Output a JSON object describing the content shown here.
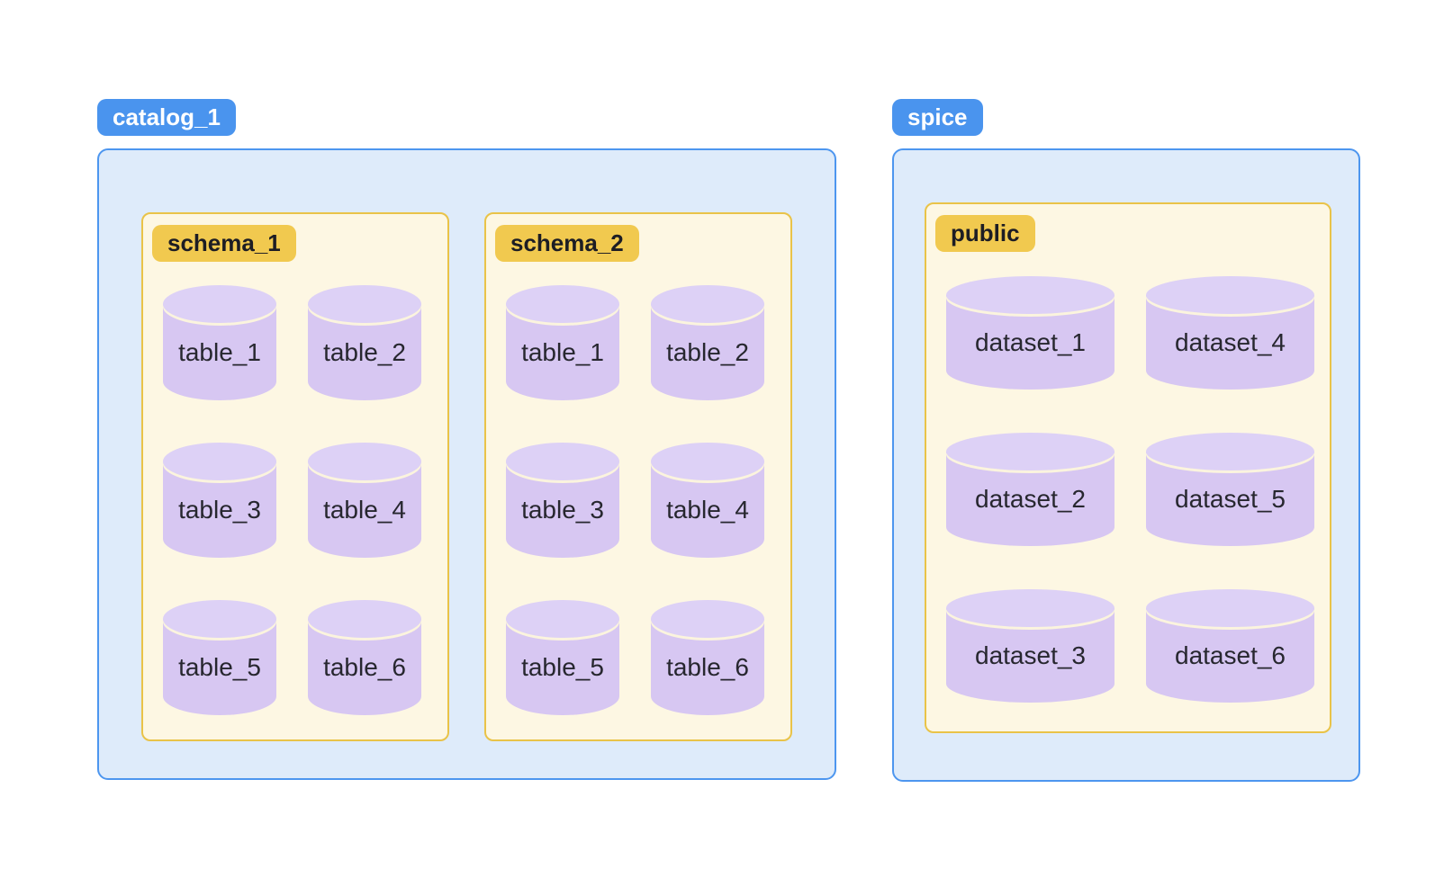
{
  "diagram": {
    "catalogs": [
      {
        "label": "catalog_1",
        "schemas": [
          {
            "label": "schema_1",
            "items": [
              "table_1",
              "table_2",
              "table_3",
              "table_4",
              "table_5",
              "table_6"
            ]
          },
          {
            "label": "schema_2",
            "items": [
              "table_1",
              "table_2",
              "table_3",
              "table_4",
              "table_5",
              "table_6"
            ]
          }
        ]
      },
      {
        "label": "spice",
        "schemas": [
          {
            "label": "public",
            "items": [
              "dataset_1",
              "dataset_2",
              "dataset_3",
              "dataset_4",
              "dataset_5",
              "dataset_6"
            ]
          }
        ]
      }
    ]
  },
  "colors": {
    "catalog_badge": "#4a94ee",
    "catalog_box_fill": "#deebfa",
    "catalog_box_border": "#4d96ef",
    "schema_badge": "#f1c94f",
    "schema_box_fill": "#fdf7e3",
    "schema_box_border": "#e9c348",
    "badge_text_dark": "#1d1d24",
    "cylinder_fill": "#d7c7f2",
    "cylinder_top_fill": "#ddd1f6",
    "cylinder_stroke": "#fbf4de",
    "label_text": "#27272f"
  }
}
